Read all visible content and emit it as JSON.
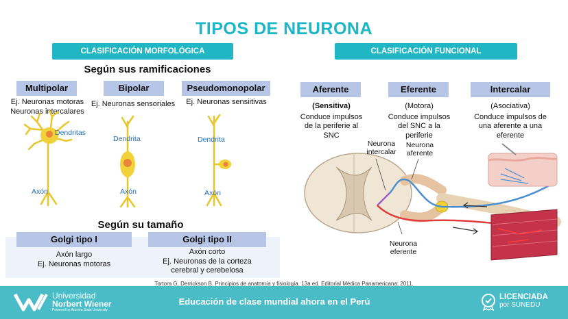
{
  "title": "TIPOS DE NEURONA",
  "morfologica": {
    "banner": "CLASIFICACIÓN MORFOLÓGICA",
    "ramificaciones_title": "Según sus ramificaciones",
    "multipolar": {
      "name": "Multipolar",
      "ex1": "Ej. Neuronas motoras",
      "ex2": "Neuronas intercalares",
      "dendrite_label": "Dendritas",
      "axon_label": "Axón"
    },
    "bipolar": {
      "name": "Bipolar",
      "ex1": "Ej. Neuronas sensoriales",
      "dendrite_label": "Dendrita",
      "axon_label": "Axón"
    },
    "pseudo": {
      "name": "Pseudomonopolar",
      "ex1": "Ej. Neuronas sensiitivas",
      "dendrite_label": "Dendrita",
      "axon_label": "Axón"
    },
    "tamano_title": "Según su tamaño",
    "golgi1": {
      "name": "Golgi tipo I",
      "line1": "Axón largo",
      "line2": "Ej. Neuronas motoras"
    },
    "golgi2": {
      "name": "Golgi tipo II",
      "line1": "Axón corto",
      "line2": "Ej.  Neuronas de la corteza",
      "line3": "cerebral y cerebelosa"
    }
  },
  "funcional": {
    "banner": "CLASIFICACIÓN FUNCIONAL",
    "aferente": {
      "name": "Aferente",
      "sub": "(Sensitiva)",
      "d1": "Conduce impulsos",
      "d2": "de la periferie al",
      "d3": "SNC"
    },
    "eferente": {
      "name": "Eferente",
      "sub": "(Motora)",
      "d1": "Conduce impulsos",
      "d2": "del SNC a la",
      "d3": "periferie"
    },
    "intercalar": {
      "name": "Intercalar",
      "sub": "(Asociativa)",
      "d1": "Conduce impulsos de",
      "d2": "una aferente a una",
      "d3": "eferente"
    },
    "diagram_labels": {
      "intercalar1": "Neurona",
      "intercalar2": "intercalar",
      "aferente1": "Neurona",
      "aferente2": "aferente",
      "eferente1": "Neurona",
      "eferente2": "eferente"
    }
  },
  "citation": "Tortora G, Derrickson B. Principios de anatomía y fisiología. 13a ed. Editorial Médica Panamericana; 2011.",
  "footer": {
    "uni1": "Universidad",
    "uni2": "Norbert Wiener",
    "uni3": "Powered by Arizona State University",
    "tagline": "Educación de clase mundial ahora en el Perú",
    "lic1": "LICENCIADA",
    "lic2": "por SUNEDU"
  }
}
